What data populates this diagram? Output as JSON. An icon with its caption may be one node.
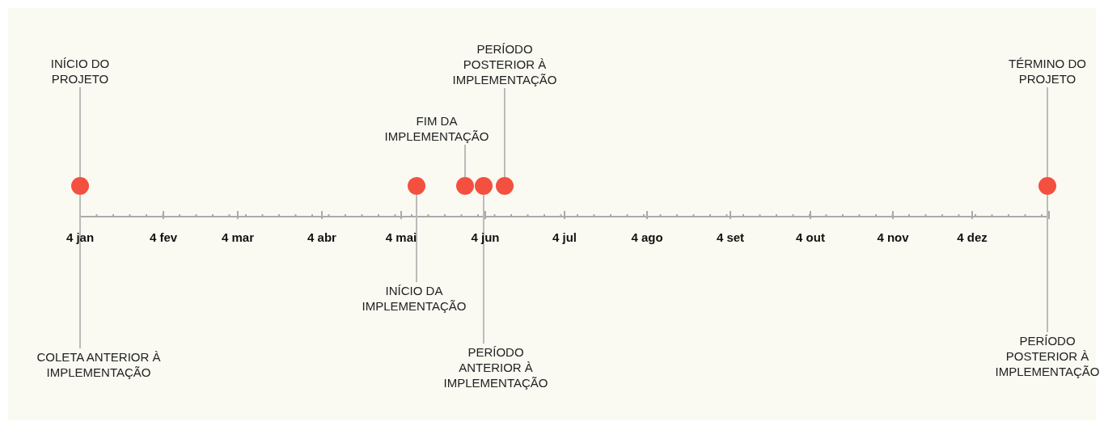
{
  "diagram": {
    "nodes": [
      {
        "text": [
          "INÍCIO DO PROJETO"
        ]
      },
      {
        "text": [
          "PERÍODO POSTERIOR À IMPLEMENTAÇÃO"
        ]
      },
      {
        "text": [
          "FIM DA IMPLEMENTAÇÃO"
        ]
      },
      {
        "text": [
          "TÉRMINO DO PROJETO"
        ]
      },
      {
        "text": [],
        "shape": "circle"
      },
      {
        "text": [],
        "shape": "circle"
      },
      {
        "text": [],
        "shape": "circle"
      },
      {
        "text": [],
        "shape": "circle"
      },
      {
        "text": [],
        "shape": "circle"
      },
      {
        "text": [],
        "shape": "circle"
      },
      {
        "text": [
          "INÍCIO DA IMPLEMENTAÇÃO"
        ]
      },
      {
        "text": [
          "COLETA ANTERIOR À IMPLEMENTAÇÃO"
        ]
      },
      {
        "text": [
          "PERÍODO ANTERIOR À IMPLEMENTAÇÃO"
        ]
      },
      {
        "text": [
          "PERÍODO POSTERIOR À IMPLEMENTAÇÃO"
        ]
      }
    ],
    "edges": [
      {
        "from": 0,
        "to": 4,
        "arrow": "none"
      },
      {
        "from": 1,
        "to": 8,
        "arrow": "none"
      },
      {
        "from": 2,
        "to": 6,
        "arrow": "none"
      },
      {
        "from": 3,
        "to": 9,
        "arrow": "none"
      },
      {
        "from": 10,
        "to": 5,
        "arrow": "none"
      },
      {
        "from": 11,
        "to": 4,
        "arrow": "none"
      },
      {
        "from": 12,
        "to": 7,
        "arrow": "none"
      },
      {
        "from": 13,
        "to": 9,
        "arrow": "none"
      }
    ],
    "labels": [
      "4 jan",
      "4 fev",
      "4 mar",
      "4 abr",
      "4 mai",
      "4 jun",
      "4 jul",
      "4 ago",
      "4 set",
      "4 out",
      "4 nov",
      "4 dez"
    ]
  }
}
